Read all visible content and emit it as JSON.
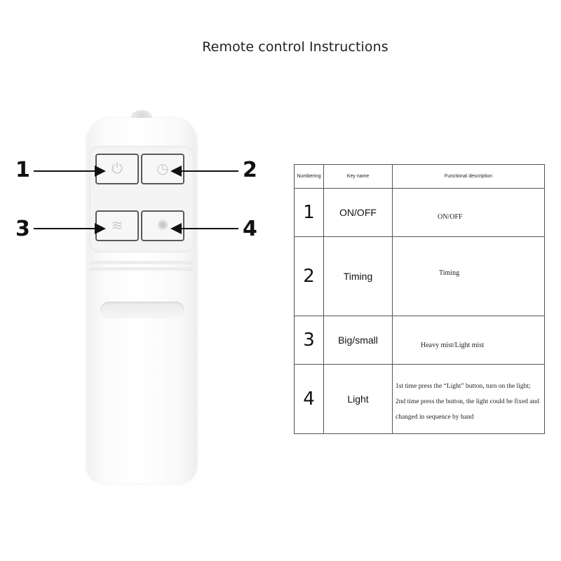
{
  "title": "Remote control  Instructions",
  "callouts": [
    "1",
    "2",
    "3",
    "4"
  ],
  "remote": {
    "buttons": [
      {
        "icon": "power-icon"
      },
      {
        "icon": "timer-icon"
      },
      {
        "icon": "mist-icon"
      },
      {
        "icon": "light-icon"
      }
    ]
  },
  "table": {
    "headers": [
      "Numbering",
      "Key name",
      "Functional description"
    ],
    "rows": [
      {
        "num": "1",
        "key": "ON/OFF",
        "desc": "ON/OFF"
      },
      {
        "num": "2",
        "key": "Timing",
        "desc": "Timing"
      },
      {
        "num": "3",
        "key": "Big/small",
        "desc": "Heavy mist/Light mist"
      },
      {
        "num": "4",
        "key": "Light",
        "desc": "1st time press the “Light” button, turn on the light; 2nd time press the button, the light could be fixed and changed in sequence by hand"
      }
    ]
  }
}
